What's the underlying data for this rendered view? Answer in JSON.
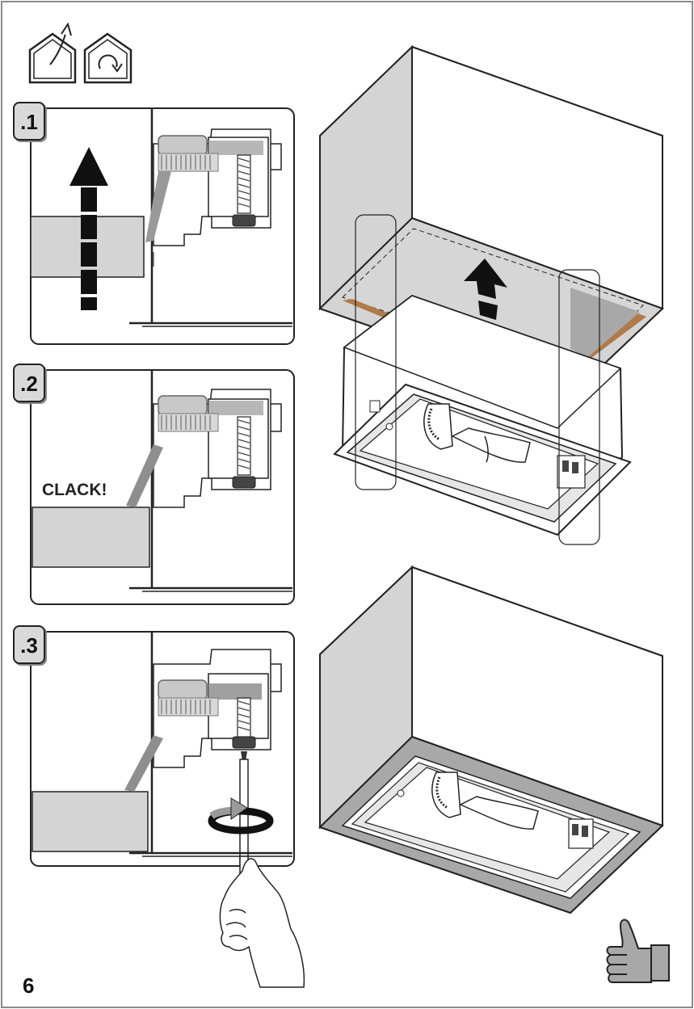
{
  "header_icons": [
    "house-exhaust-icon",
    "house-recirculation-icon"
  ],
  "steps": [
    {
      "label": ".1"
    },
    {
      "label": ".2",
      "sound_text": "CLACK!"
    },
    {
      "label": ".3"
    }
  ],
  "final_icon": "thumbs-up-icon",
  "page_number": "6",
  "colors": {
    "panel_gray": "#d4d4d4",
    "mid_gray": "#a8a8a8",
    "trim_brown": "#b07a4a",
    "outline": "#222222"
  }
}
